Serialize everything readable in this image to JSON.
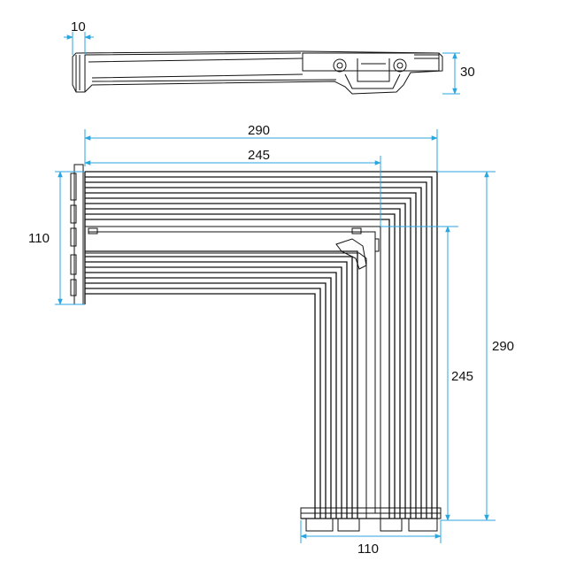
{
  "colors": {
    "dimension": "#2aa6df",
    "outline": "#111111",
    "fill": "#ffffff",
    "background": "#ffffff"
  },
  "side_view": {
    "dimensions": {
      "flange_width": "10",
      "height": "30"
    }
  },
  "top_view": {
    "dimensions": {
      "outer_width": "290",
      "inner_width": "245",
      "top_arm_depth": "110",
      "outer_height": "290",
      "inner_height": "245",
      "bottom_arm_width": "110"
    }
  }
}
